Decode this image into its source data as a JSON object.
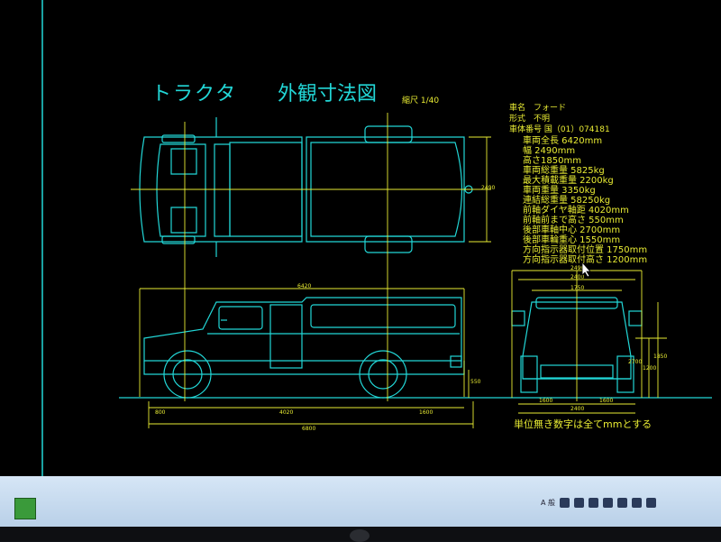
{
  "drawing": {
    "title_part1": "トラクタ",
    "title_part2": "外観寸法図",
    "scale": "縮尺 1/40",
    "header_lines": [
      "車名　フォード",
      "形式　不明",
      "車体番号 国（01）074181"
    ],
    "specs": [
      "車両全長 6420mm",
      "幅 2490mm",
      "高さ1850mm",
      "車両総重量 5825kg",
      "最大積載重量 2200kg",
      "車両重量 3350kg",
      "連結総重量 58250kg",
      "前軸ダイヤ軸距 4020mm",
      "前軸前まで高さ 550mm",
      "後部車軸中心 2700mm",
      "後部車輪重心 1550mm",
      "方向指示器取付位置 1750mm",
      "方向指示器取付高さ 1200mm"
    ],
    "note": "単位無き数字は全てmmとする",
    "dims": {
      "top_width": "2490",
      "side_length_top": "6420",
      "side_bottom_left": "800",
      "side_bottom_center": "4020",
      "side_bottom_right": "1600",
      "side_total": "6800",
      "side_height_right": "550",
      "front_top": "2490",
      "front_mid1": "2400",
      "front_mid2": "1750",
      "front_bottom": "2400",
      "front_bottom_left": "1600",
      "front_bottom_right": "1600",
      "front_width_top": "2700",
      "front_height_1": "1200",
      "front_height_2": "1850"
    }
  },
  "taskbar": {
    "tray_text": "A 般"
  },
  "colors": {
    "cyan": "#22d7d7",
    "yellow": "#e9ec33",
    "background": "#000000"
  }
}
